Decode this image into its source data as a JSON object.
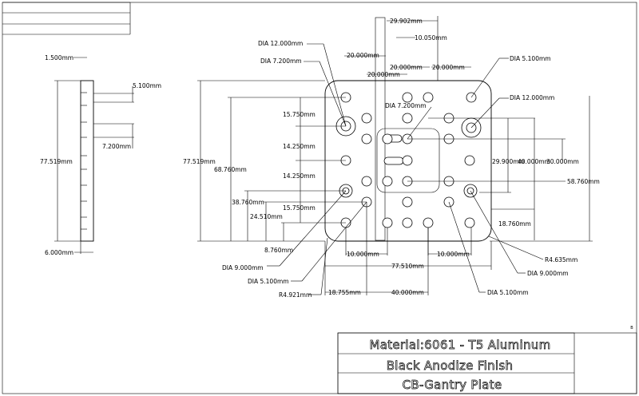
{
  "title_block": {
    "material": "Material:6061 - T5 Aluminum",
    "finish": "Black Anodize Finish",
    "part_name": "CB-Gantry Plate"
  },
  "corner_mark": "B",
  "side_view": {
    "thickness": "1.500mm",
    "slot_width": "5.100mm",
    "slot_depth": "7.200mm",
    "height": "77.519mm",
    "bottom_offset": "6.000mm"
  },
  "front_view": {
    "dims": {
      "top_span": "29.902mm",
      "top_inner": "10.050mm",
      "left_20_a": "20.000mm",
      "left_20_b": "20.000mm",
      "mid_20_a": "20.000mm",
      "mid_20_b": "20.000mm",
      "dia_12_left": "DIA 12.000mm",
      "dia_72_left": "DIA 7.200mm",
      "dia_51_right": "DIA 5.100mm",
      "dia_12_right": "DIA 12.000mm",
      "dia_72_center": "DIA 7.200mm",
      "height_total": "77.519mm",
      "height_688": "68.760mm",
      "height_388": "38.760mm",
      "height_245": "24.510mm",
      "height_87": "8.760mm",
      "v_1575_a": "15.750mm",
      "v_1425_a": "14.250mm",
      "v_1425_b": "14.250mm",
      "v_1575_b": "15.750mm",
      "r_299": "29.900mm",
      "r_400": "40.000mm",
      "r_300": "30.000mm",
      "r_587": "58.760mm",
      "r_187": "18.760mm",
      "b_10_left": "10.000mm",
      "b_10_right": "10.000mm",
      "b_775": "77.510mm",
      "b_187": "18.755mm",
      "b_400": "40.000mm",
      "dia_9_left": "DIA 9.000mm",
      "dia_51_left": "DIA 5.100mm",
      "r_4921": "R4.921mm",
      "r_4635": "R4.635mm",
      "dia_9_right": "DIA 9.000mm",
      "dia_51_bottom": "DIA 5.100mm"
    }
  }
}
